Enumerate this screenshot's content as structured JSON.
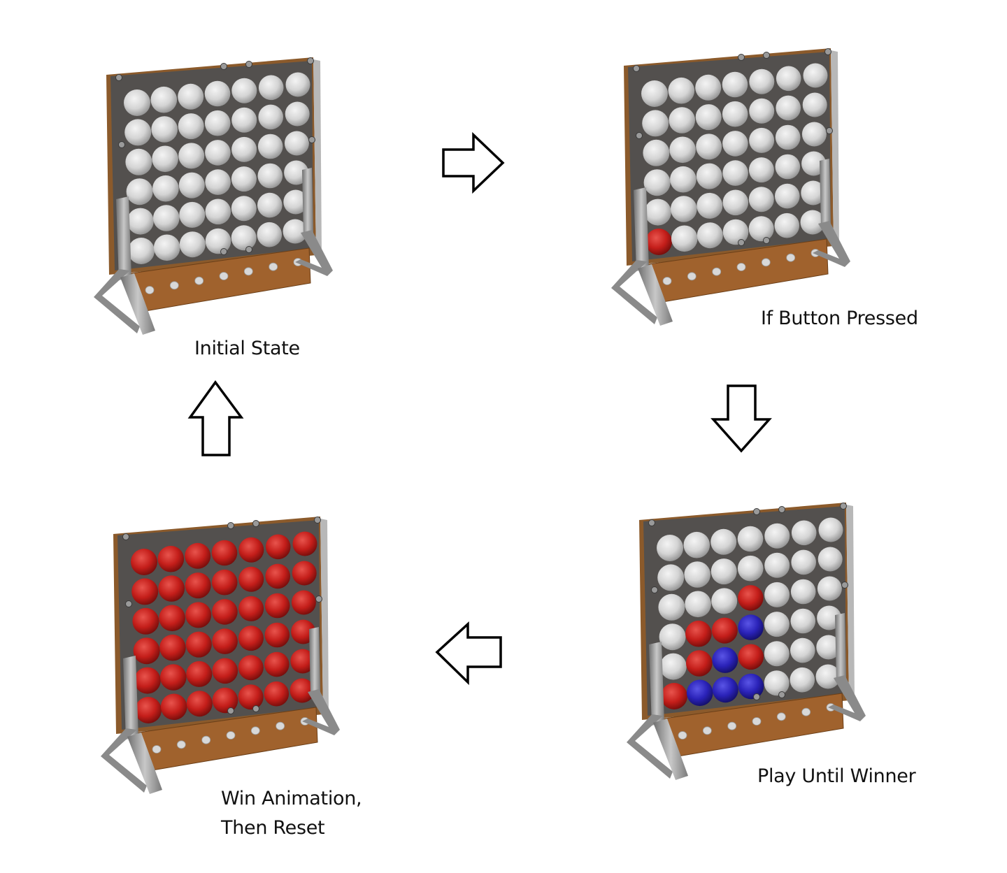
{
  "title": "Connect Four game state cycle",
  "colors": {
    "background": "#ffffff",
    "wood": "#8b5a2b",
    "wood_base": "#a0622d",
    "panel": "#505050",
    "metal": "#9a9a9a",
    "empty_ball": "#d4d4d4",
    "red_ball": "#c41e1a",
    "blue_ball": "#2a22b8",
    "arrow_stroke": "#000000"
  },
  "states": [
    {
      "id": "initial",
      "label": "Initial State",
      "grid": [
        "WWWWWWW",
        "WWWWWWW",
        "WWWWWWW",
        "WWWWWWW",
        "WWWWWWW",
        "WWWWWWW"
      ]
    },
    {
      "id": "button-pressed",
      "label": "If Button Pressed",
      "grid": [
        "WWWWWWW",
        "WWWWWWW",
        "WWWWWWW",
        "WWWWWWW",
        "WWWWWWW",
        "RWWWWWW"
      ]
    },
    {
      "id": "play",
      "label": "Play Until Winner",
      "grid": [
        "WWWWWWW",
        "WWWWWWW",
        "WWWRWWW",
        "WRRBWWW",
        "WRBRWWW",
        "RBBBWWW"
      ]
    },
    {
      "id": "win",
      "label_line1": "Win Animation,",
      "label_line2": "Then Reset",
      "grid": [
        "RRRRRRR",
        "RRRRRRR",
        "RRRRRRR",
        "RRRRRRR",
        "RRRRRRR",
        "RRRRRRR"
      ]
    }
  ],
  "arrows": [
    {
      "from": "initial",
      "to": "button-pressed",
      "direction": "right"
    },
    {
      "from": "button-pressed",
      "to": "play",
      "direction": "down"
    },
    {
      "from": "play",
      "to": "win",
      "direction": "left"
    },
    {
      "from": "win",
      "to": "initial",
      "direction": "up"
    }
  ]
}
